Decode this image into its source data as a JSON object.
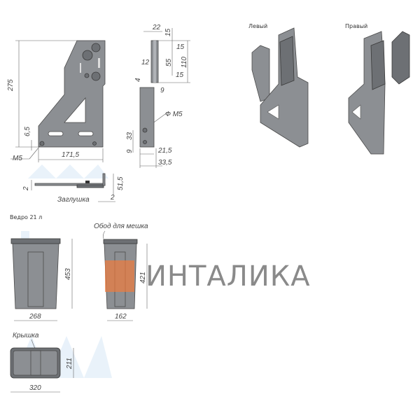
{
  "labels": {
    "left": "Левый",
    "right": "Правый",
    "bucket_title": "Ведро 21 л",
    "plug": "Заглушка",
    "bag_rim": "Обод для мешка",
    "lid": "Крышка"
  },
  "bracket_dims": {
    "height": "275",
    "width": "171,5",
    "hole_offset": "6,5",
    "thread": "M5",
    "side_top": "22",
    "side_15a": "15",
    "side_15b": "15",
    "side_12": "12",
    "side_55": "55",
    "side_110": "110",
    "side_15c": "15",
    "side_4": "4",
    "side_9": "9",
    "side_hole": "Ф M5",
    "side_33": "33",
    "side_9b": "9",
    "side_21_5": "21,5",
    "side_33_5": "33,5",
    "bottom_2": "2",
    "bottom_51_5": "51,5",
    "bottom_2b": "2"
  },
  "bucket_dims": {
    "front_height": "453",
    "front_width": "268",
    "side_height": "421",
    "side_width": "162",
    "lid_height": "211",
    "lid_width": "320"
  },
  "watermark": {
    "text": "ИНТАЛИКА",
    "accent": "#f07a3c",
    "color": "#8a8a8a"
  }
}
